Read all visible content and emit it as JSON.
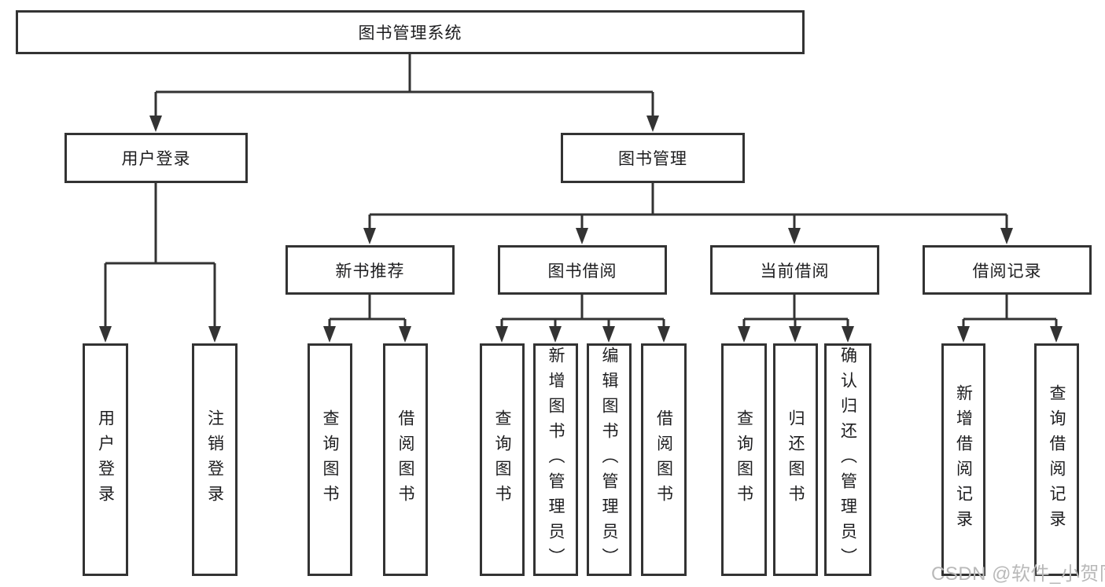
{
  "tree": {
    "root": {
      "label": "图书管理系统"
    },
    "branches": [
      {
        "label": "用户登录",
        "children": [
          {
            "label": "用户登录"
          },
          {
            "label": "注销登录"
          }
        ]
      },
      {
        "label": "图书管理",
        "children": [
          {
            "label": "新书推荐",
            "children": [
              {
                "label": "查询图书"
              },
              {
                "label": "借阅图书"
              }
            ]
          },
          {
            "label": "图书借阅",
            "children": [
              {
                "label": "查询图书"
              },
              {
                "label": "新增图书（管理员）"
              },
              {
                "label": "编辑图书（管理员）"
              },
              {
                "label": "借阅图书"
              }
            ]
          },
          {
            "label": "当前借阅",
            "children": [
              {
                "label": "查询图书"
              },
              {
                "label": "归还图书"
              },
              {
                "label": "确认归还（管理员）"
              }
            ]
          },
          {
            "label": "借阅记录",
            "children": [
              {
                "label": "新增借阅记录"
              },
              {
                "label": "查询借阅记录"
              }
            ]
          }
        ]
      }
    ]
  },
  "colors": {
    "line": "#333333",
    "text": "#1d1d1f",
    "watermark": "#b9b9b9",
    "background": "#ffffff"
  },
  "watermark": "CSDN @软件_小贺同学"
}
